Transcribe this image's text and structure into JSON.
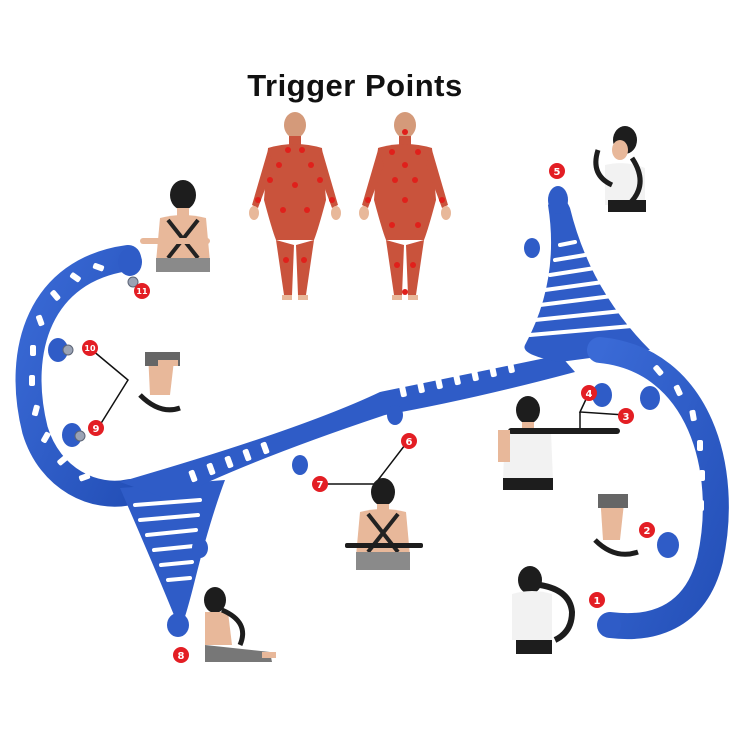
{
  "title": "Trigger Points",
  "colors": {
    "tool": "#2f5cc7",
    "tool_dark": "#1f3f9a",
    "marker": "#e31e24",
    "skin": "#e8b89a",
    "muscle": "#c9533c",
    "point": "#e0201b",
    "hair": "#1d1d1d",
    "clothing_dark": "#222222",
    "clothing_grey": "#8a8a8a"
  },
  "markers": [
    {
      "label": "1"
    },
    {
      "label": "2"
    },
    {
      "label": "3"
    },
    {
      "label": "4"
    },
    {
      "label": "5"
    },
    {
      "label": "6"
    },
    {
      "label": "7"
    },
    {
      "label": "8"
    },
    {
      "label": "9"
    },
    {
      "label": "10"
    },
    {
      "label": "11"
    }
  ]
}
